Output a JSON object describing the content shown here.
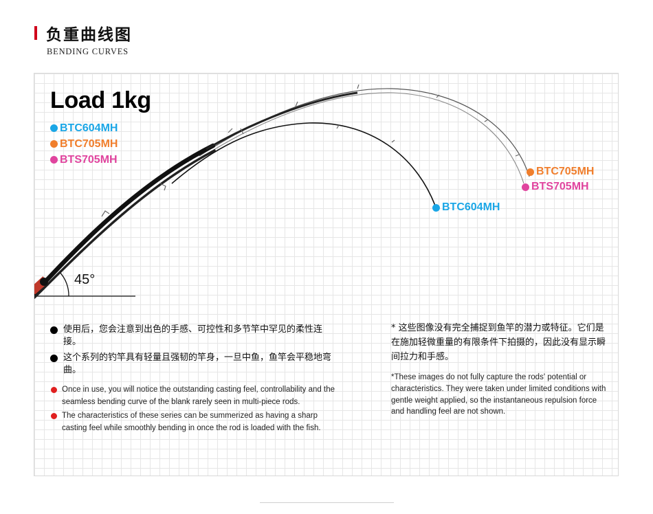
{
  "header": {
    "title_zh": "负重曲线图",
    "title_en": "BENDING CURVES",
    "accent_color": "#d0021b"
  },
  "chart": {
    "load_label": "Load 1kg",
    "angle_label": "45°",
    "legend": [
      {
        "label": "BTC604MH",
        "color": "#1aa6e6"
      },
      {
        "label": "BTC705MH",
        "color": "#f07e2c"
      },
      {
        "label": "BTS705MH",
        "color": "#e0449e"
      }
    ],
    "tip_labels": {
      "btc705mh": "BTC705MH",
      "bts705mh": "BTS705MH",
      "btc604mh": "BTC604MH"
    }
  },
  "notes": {
    "zh": [
      "使用后，您会注意到出色的手感、可控性和多节竿中罕见的柔性连接。",
      "这个系列的钓竿具有轻量且强韧的竿身，一旦中鱼，鱼竿会平稳地弯曲。"
    ],
    "en": [
      "Once in use, you will notice the outstanding casting feel, controllability and the seamless bending curve of the blank rarely seen in multi-piece rods.",
      "The characteristics of these series can be summerized as having a sharp casting feel while smoothly bending in once the rod is loaded with the fish."
    ]
  },
  "disclaimer": {
    "zh": "* 这些图像没有完全捕捉到鱼竿的潜力或特征。它们是在施加轻微重量的有限条件下拍摄的，因此没有显示瞬间拉力和手感。",
    "en": "*These images do not fully capture the rods' potential or characteristics. They were taken under limited conditions with gentle weight applied, so the instantaneous repulsion force and handling feel are not shown."
  }
}
